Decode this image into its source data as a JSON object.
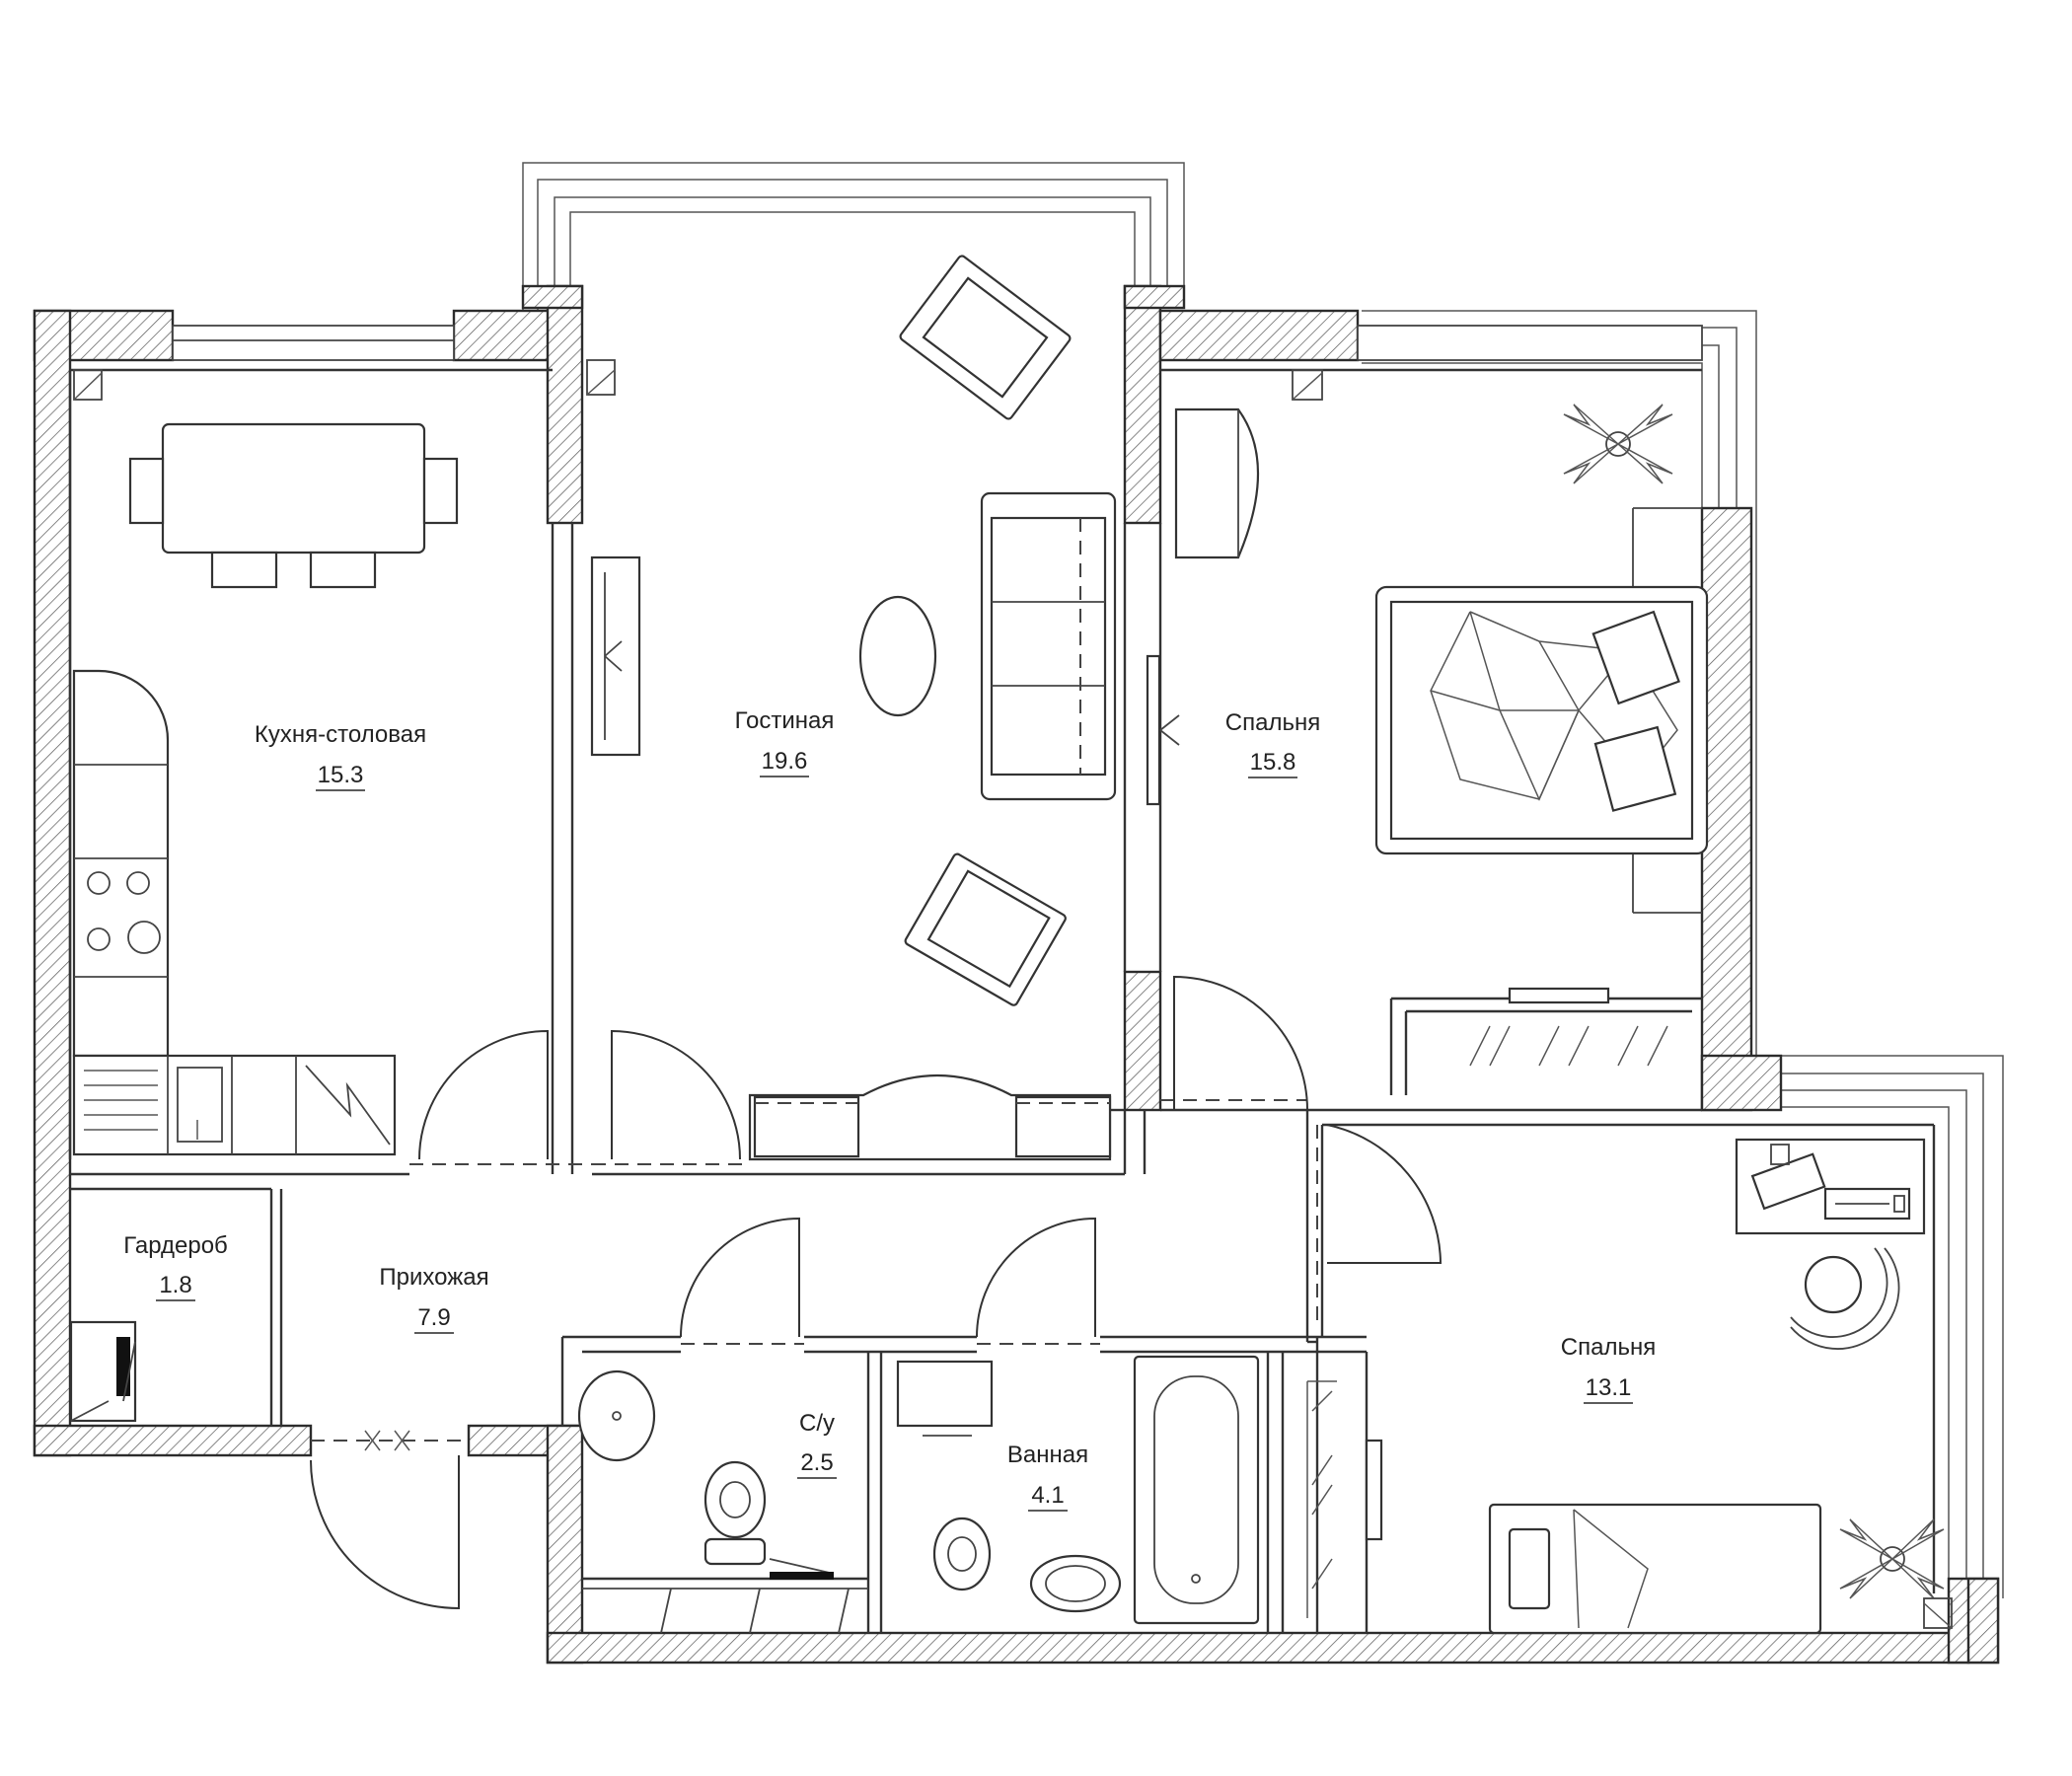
{
  "rooms": [
    {
      "name": "Кухня-столовая",
      "area": "15.3"
    },
    {
      "name": "Гостиная",
      "area": "19.6"
    },
    {
      "name": "Спальня",
      "area": "15.8"
    },
    {
      "name": "Гардероб",
      "area": "1.8"
    },
    {
      "name": "Прихожая",
      "area": "7.9"
    },
    {
      "name": "С/у",
      "area": "2.5"
    },
    {
      "name": "Ванная",
      "area": "4.1"
    },
    {
      "name": "Спальня",
      "area": "13.1"
    }
  ]
}
